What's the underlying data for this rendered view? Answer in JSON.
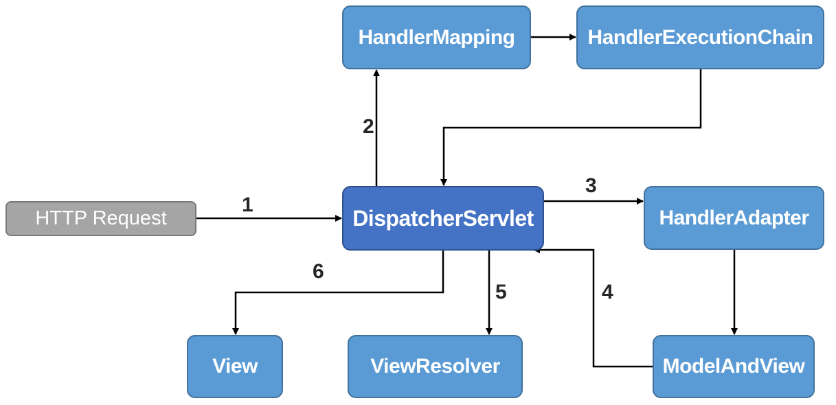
{
  "nodes": {
    "http_request": "HTTP Request",
    "dispatcher_servlet": "DispatcherServlet",
    "handler_mapping": "HandlerMapping",
    "handler_execution_chain": "HandlerExecutionChain",
    "handler_adapter": "HandlerAdapter",
    "model_and_view": "ModelAndView",
    "view_resolver": "ViewResolver",
    "view": "View"
  },
  "steps": {
    "s1": "1",
    "s2": "2",
    "s3": "3",
    "s4": "4",
    "s5": "5",
    "s6": "6"
  },
  "colors": {
    "primary_box": "#5b9bd5",
    "central_box": "#4472c4",
    "request_box": "#a5a5a5",
    "connector": "#000000"
  }
}
